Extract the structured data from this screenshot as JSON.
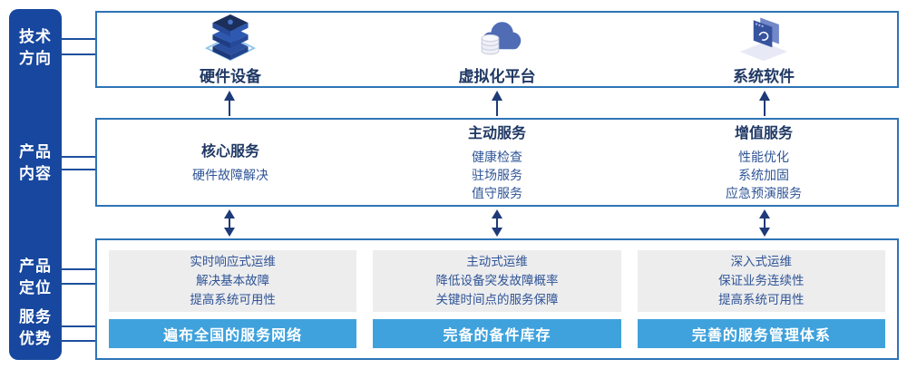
{
  "colors": {
    "sidebar_bg": "#17479e",
    "panel_border": "#2e74b5",
    "connector_line": "#1d4f9e",
    "arrow": "#1e3a78",
    "heading_text": "#1f3864",
    "item_text": "#2f5496",
    "gray_box_bg": "#ededee",
    "bar_bg": "#3fa2dc",
    "bar_text": "#ffffff"
  },
  "sidebar": {
    "labels": [
      {
        "line1": "技术",
        "line2": "方向"
      },
      {
        "line1": "产品",
        "line2": "内容"
      },
      {
        "line1": "产品",
        "line2": "定位"
      },
      {
        "line1": "服务",
        "line2": "优势"
      }
    ]
  },
  "tech_row": {
    "items": [
      {
        "icon": "server-stack-icon",
        "label": "硬件设备"
      },
      {
        "icon": "cloud-database-icon",
        "label": "虚拟化平台"
      },
      {
        "icon": "software-window-icon",
        "label": "系统软件"
      }
    ]
  },
  "content_row": {
    "columns": [
      {
        "heading": "核心服务",
        "items": [
          "硬件故障解决"
        ]
      },
      {
        "heading": "主动服务",
        "items": [
          "健康检查",
          "驻场服务",
          "值守服务"
        ]
      },
      {
        "heading": "增值服务",
        "items": [
          "性能优化",
          "系统加固",
          "应急预演服务"
        ]
      }
    ]
  },
  "bottom_row": {
    "columns": [
      {
        "lines": [
          "实时响应式运维",
          "解决基本故障",
          "提高系统可用性"
        ],
        "bar": "遍布全国的服务网络"
      },
      {
        "lines": [
          "主动式运维",
          "降低设备突发故障概率",
          "关键时间点的服务保障"
        ],
        "bar": "完备的备件库存"
      },
      {
        "lines": [
          "深入式运维",
          "保证业务连续性",
          "提高系统可用性"
        ],
        "bar": "完善的服务管理体系"
      }
    ]
  }
}
